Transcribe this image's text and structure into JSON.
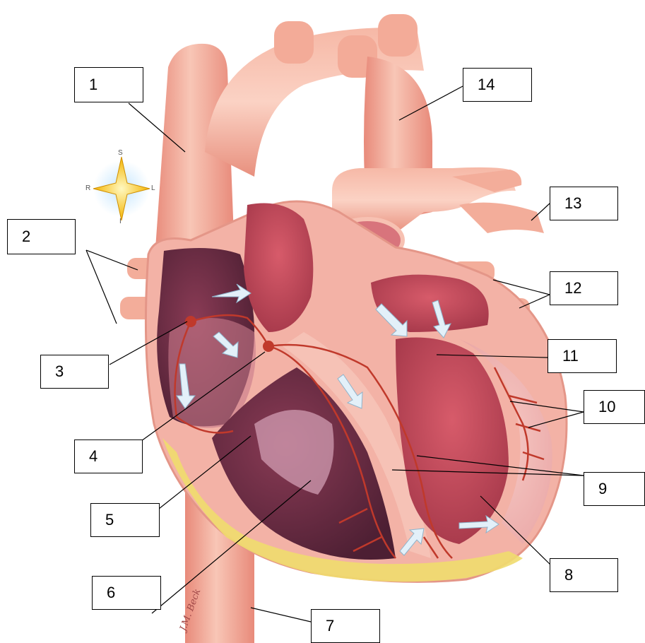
{
  "labels": [
    {
      "id": "1",
      "text": "1"
    },
    {
      "id": "2",
      "text": "2"
    },
    {
      "id": "3",
      "text": "3"
    },
    {
      "id": "4",
      "text": "4"
    },
    {
      "id": "5",
      "text": "5"
    },
    {
      "id": "6",
      "text": "6"
    },
    {
      "id": "7",
      "text": "7"
    },
    {
      "id": "8",
      "text": "8"
    },
    {
      "id": "9",
      "text": "9"
    },
    {
      "id": "10",
      "text": "10"
    },
    {
      "id": "11",
      "text": "11"
    },
    {
      "id": "12",
      "text": "12"
    },
    {
      "id": "13",
      "text": "13"
    },
    {
      "id": "14",
      "text": "14"
    }
  ],
  "compass": {
    "superior": "S",
    "inferior": "I",
    "right": "R",
    "left": "L"
  },
  "signature": "J.M. Beck",
  "colors": {
    "vessel": "#f2a090",
    "vessel_light": "#f8c4b4",
    "chamber_wall": "#e07a78",
    "chamber_dark": "#6e2f45",
    "chamber_mid": "#b24a5e",
    "fat": "#f0dc6e",
    "conduction": "#c0392b",
    "flow_arrow": "#dfeef8"
  }
}
